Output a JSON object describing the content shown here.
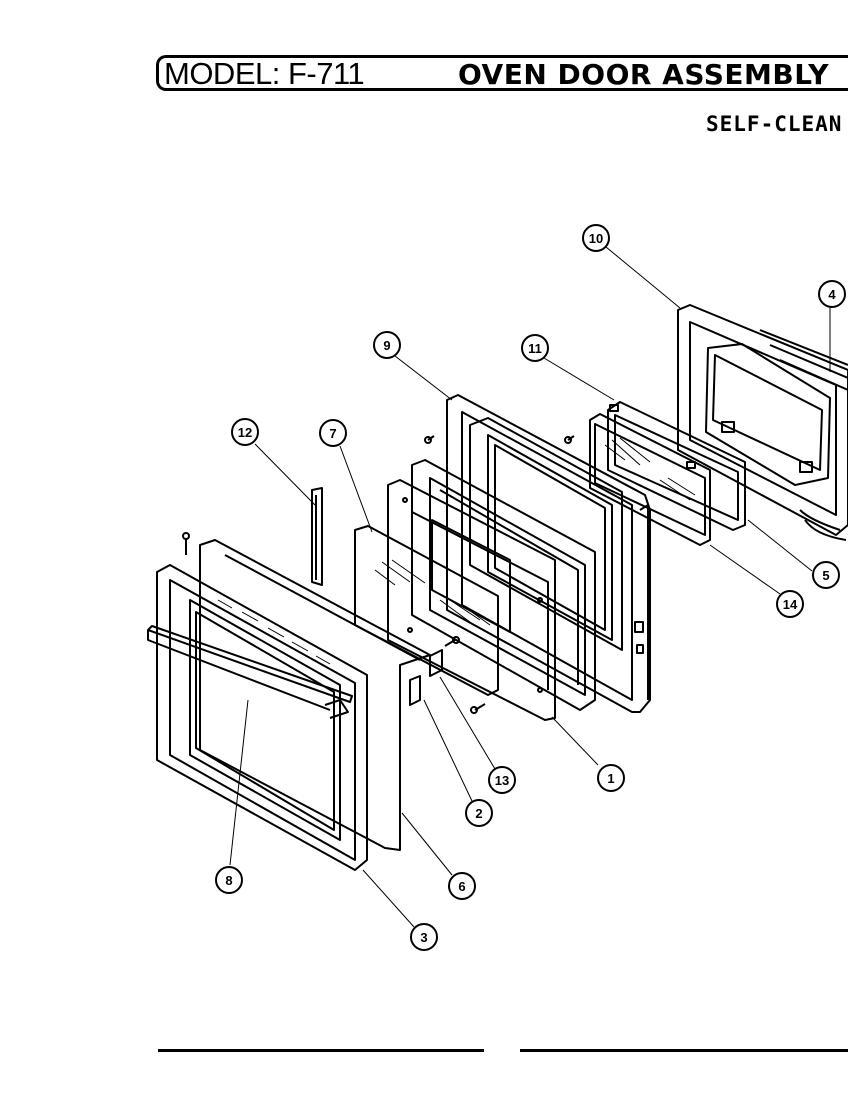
{
  "header": {
    "model": "MODEL: F-711",
    "title": "OVEN DOOR ASSEMBLY",
    "subtitle": "SELF-CLEAN"
  },
  "callouts": [
    {
      "id": "c1",
      "label": "1"
    },
    {
      "id": "c2",
      "label": "2"
    },
    {
      "id": "c3",
      "label": "3"
    },
    {
      "id": "c4",
      "label": "4"
    },
    {
      "id": "c5",
      "label": "5"
    },
    {
      "id": "c6",
      "label": "6"
    },
    {
      "id": "c7",
      "label": "7"
    },
    {
      "id": "c8",
      "label": "8"
    },
    {
      "id": "c9",
      "label": "9"
    },
    {
      "id": "c10",
      "label": "10"
    },
    {
      "id": "c11",
      "label": "11"
    },
    {
      "id": "c12",
      "label": "12"
    },
    {
      "id": "c13",
      "label": "13"
    },
    {
      "id": "c14",
      "label": "14"
    }
  ],
  "colors": {
    "ink": "#000000",
    "paper": "#ffffff"
  }
}
